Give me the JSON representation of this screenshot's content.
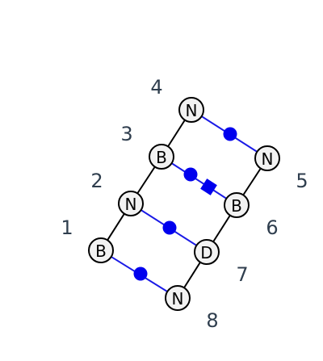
{
  "colors": {
    "black_bond": "#000000",
    "blue_bond": "#1a1ae6",
    "marker": "#0000ee",
    "atom_fill": "#f2f2f2",
    "number": "#2f3e4e"
  },
  "atoms": {
    "n_top": "N",
    "b_upper": "B",
    "n_right": "N",
    "n_middle": "N",
    "b_right": "B",
    "b_left": "B",
    "d": "D",
    "n_bottom": "N"
  },
  "positions": [
    "4",
    "3",
    "5",
    "2",
    "6",
    "1",
    "7",
    "8"
  ]
}
